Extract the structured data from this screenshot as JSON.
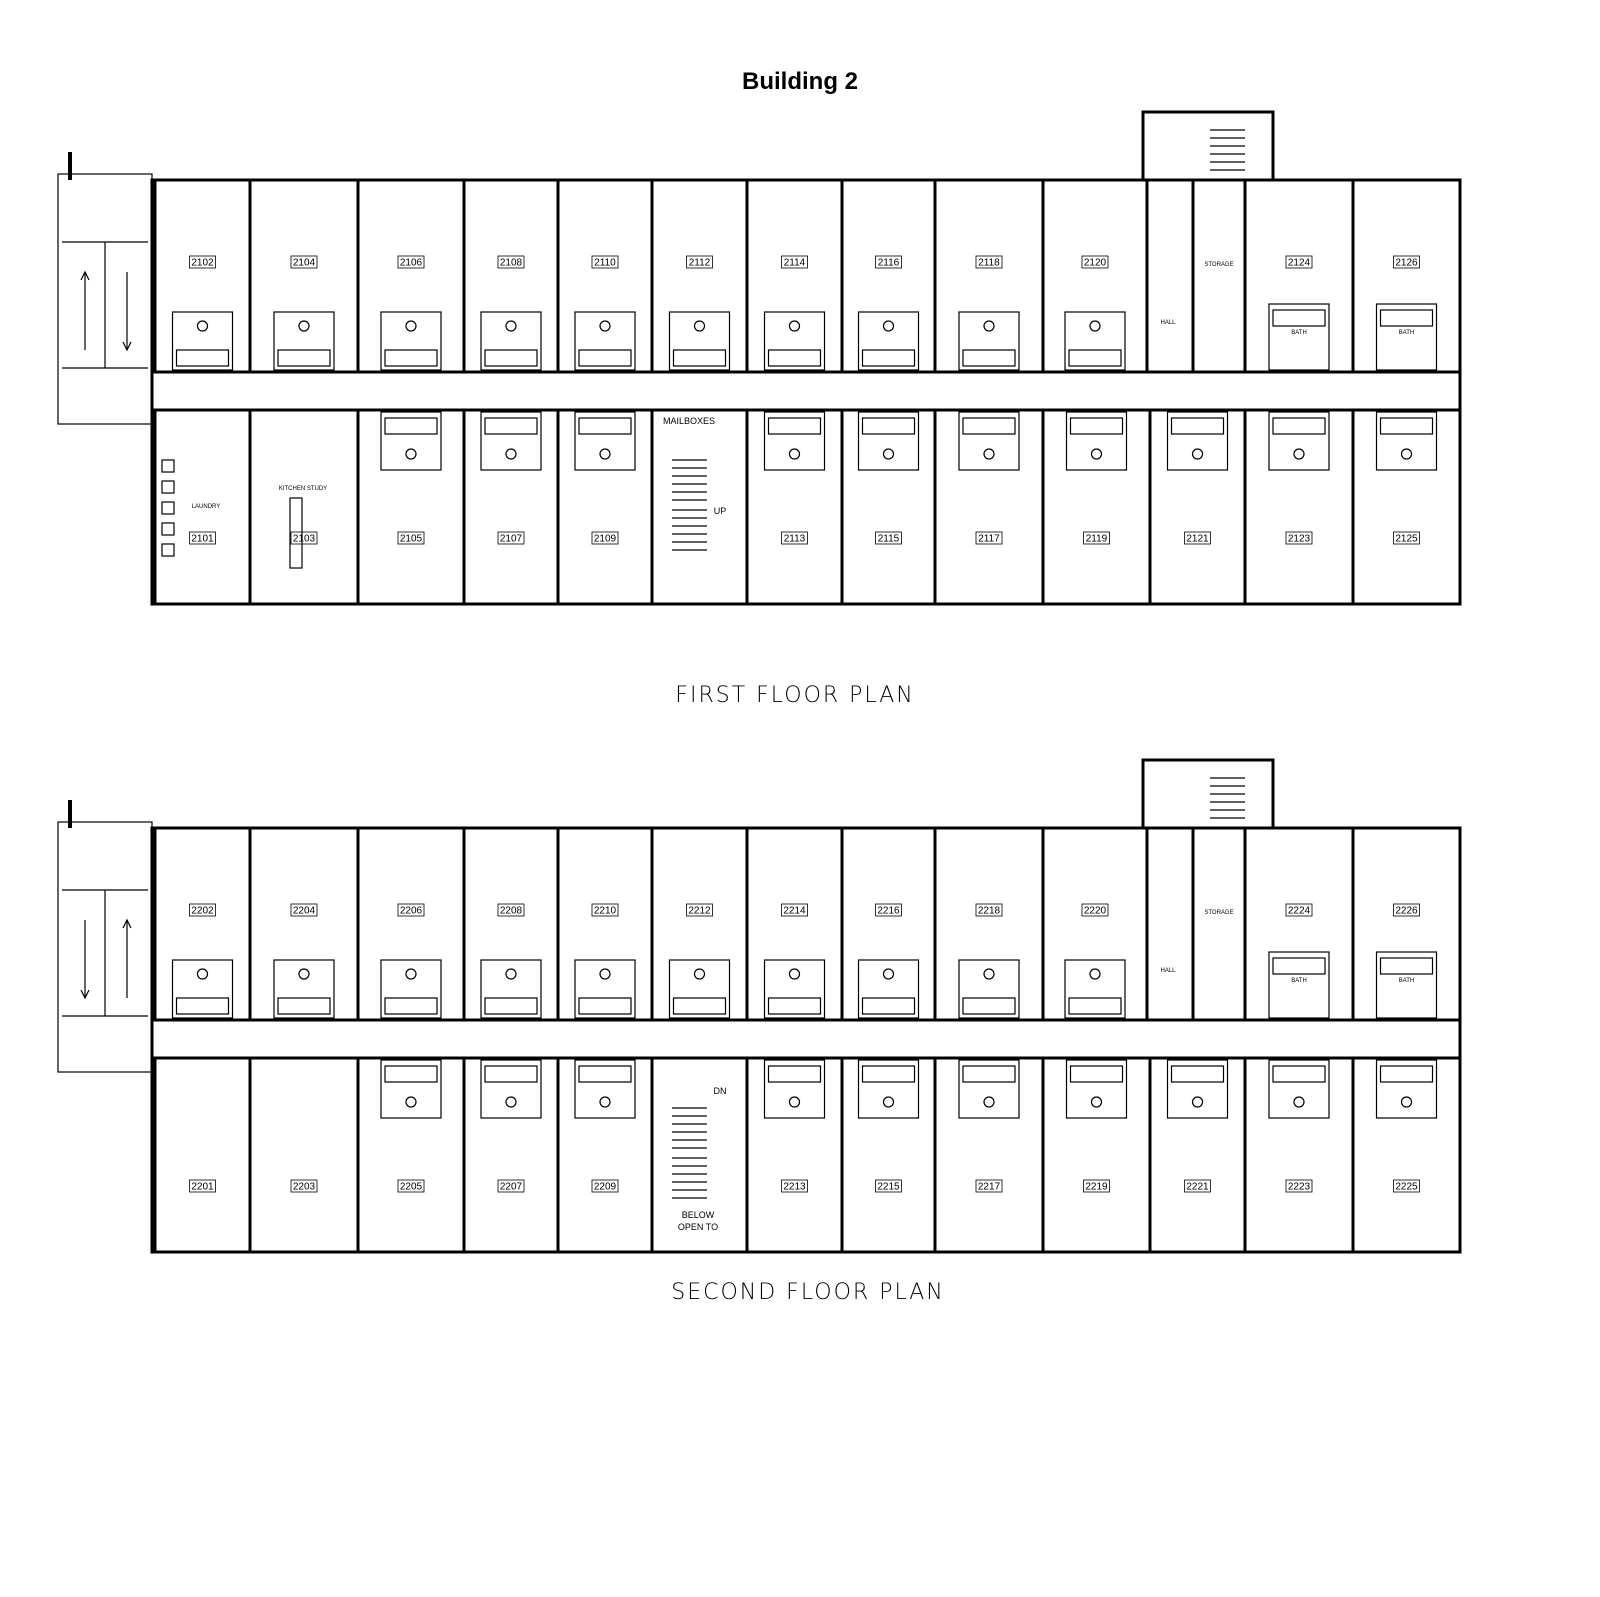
{
  "title": "Building 2",
  "floors": [
    {
      "caption": "FIRST FLOOR PLAN",
      "top_rooms": [
        "2102",
        "2104",
        "2106",
        "2108",
        "2110",
        "2112",
        "2114",
        "2116",
        "2118",
        "2120",
        "2124",
        "2126"
      ],
      "bottom_rooms": [
        "2101",
        "2103",
        "2105",
        "2107",
        "2109",
        "2113",
        "2115",
        "2117",
        "2119",
        "2121",
        "2123",
        "2125"
      ],
      "labels": {
        "laundry": "LAUNDRY",
        "kitchen": "KITCHEN STUDY",
        "mailboxes": "MAILBOXES",
        "up": "UP",
        "storage": "STORAGE",
        "hall": "HALL",
        "bath": "BATH"
      }
    },
    {
      "caption": "SECOND FLOOR PLAN",
      "top_rooms": [
        "2202",
        "2204",
        "2206",
        "2208",
        "2210",
        "2212",
        "2214",
        "2216",
        "2218",
        "2220",
        "2224",
        "2226"
      ],
      "bottom_rooms": [
        "2201",
        "2203",
        "2205",
        "2207",
        "2209",
        "2213",
        "2215",
        "2217",
        "2219",
        "2221",
        "2223",
        "2225"
      ],
      "labels": {
        "dn": "DN",
        "below_line1": "BELOW",
        "below_line2": "OPEN TO",
        "storage": "STORAGE",
        "hall": "HALL",
        "bath": "BATH"
      }
    }
  ]
}
